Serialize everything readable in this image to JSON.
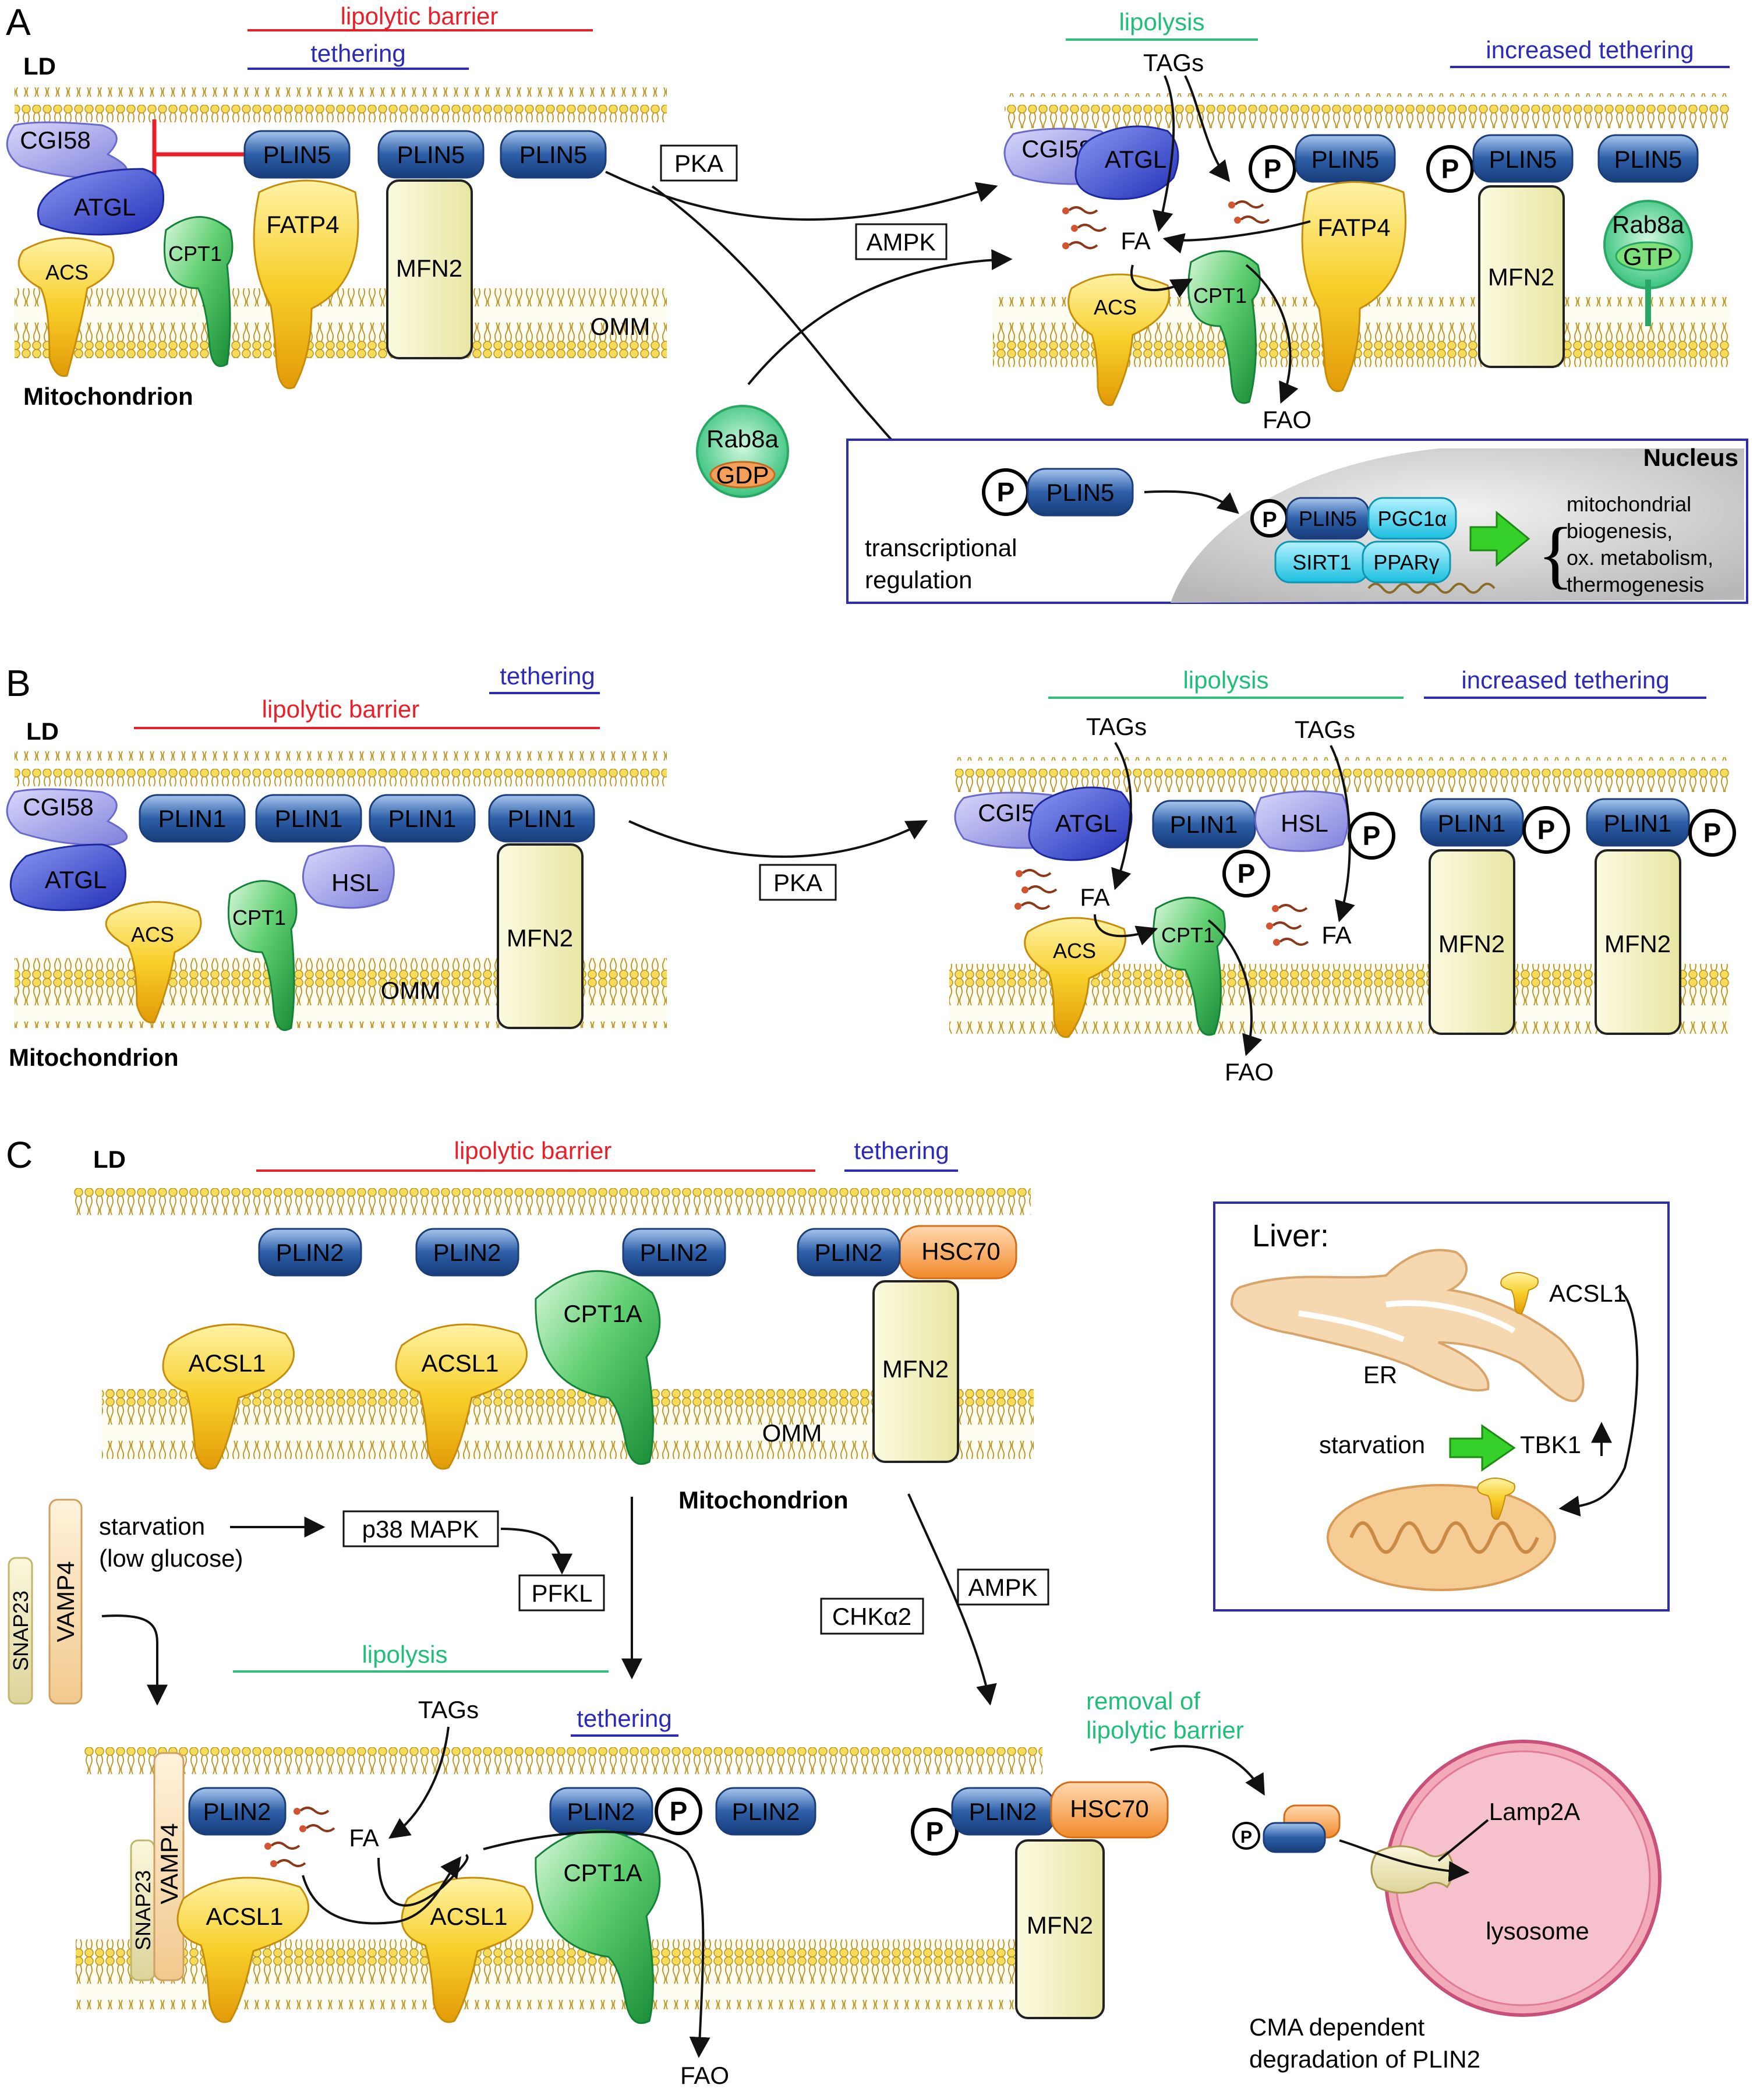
{
  "colors": {
    "barrier": "#e8202a",
    "tethering": "#2b2bb8",
    "lipolysis": "#2fbf7a",
    "membrane": "#e0c060",
    "plin": "#2d5fa8",
    "atgl": "#3a4fd0",
    "cgi58": "#8e8ee6",
    "acs": "#f3c21c",
    "cpt1": "#35b856",
    "mfn2": "#f7f5c6",
    "hsc70": "#f59a45",
    "nucleus": "#d9d9d9",
    "lysosome": "#f3aab8"
  },
  "panel_a": {
    "letter": "A",
    "left": {
      "barrier": "lipolytic barrier",
      "tethering": "tethering",
      "ld": "LD",
      "cgi58": "CGI58",
      "atgl": "ATGL",
      "acs": "ACS",
      "cpt1": "CPT1",
      "fatp4": "FATP4",
      "plin": [
        "PLIN5",
        "PLIN5",
        "PLIN5"
      ],
      "mfn2": "MFN2",
      "omm": "OMM",
      "mito": "Mitochondrion"
    },
    "signals": {
      "pka": "PKA",
      "ampk": "AMPK",
      "rab8a": "Rab8a",
      "gdp": "GDP"
    },
    "right": {
      "lipolysis": "lipolysis",
      "increased": "increased tethering",
      "tags": "TAGs",
      "cgi58": "CGI58",
      "atgl": "ATGL",
      "p": "P",
      "plin": [
        "PLIN5",
        "PLIN5",
        "PLIN5"
      ],
      "fatp4": "FATP4",
      "fa": "FA",
      "acs": "ACS",
      "cpt1": "CPT1",
      "mfn2": "MFN2",
      "rab8a": "Rab8a",
      "gtp": "GTP",
      "fao": "FAO"
    },
    "nucleus_box": {
      "title": "Nucleus",
      "plin5": "PLIN5",
      "transcription": [
        "transcriptional",
        "regulation"
      ],
      "pgc": "PGC1α",
      "sirt": "SIRT1",
      "ppar": "PPARγ",
      "outcome": [
        "mitochondrial",
        "biogenesis,",
        "ox. metabolism,",
        "thermogenesis"
      ]
    }
  },
  "panel_b": {
    "letter": "B",
    "left": {
      "barrier": "lipolytic barrier",
      "tethering": "tethering",
      "ld": "LD",
      "cgi58": "CGI58",
      "atgl": "ATGL",
      "hsl": "HSL",
      "acs": "ACS",
      "cpt1": "CPT1",
      "plin": [
        "PLIN1",
        "PLIN1",
        "PLIN1",
        "PLIN1"
      ],
      "mfn2": "MFN2",
      "omm": "OMM",
      "mito": "Mitochondrion"
    },
    "pka": "PKA",
    "right": {
      "lipolysis": "lipolysis",
      "increased": "increased tethering",
      "tags": [
        "TAGs",
        "TAGs"
      ],
      "cgi58": "CGI58",
      "atgl": "ATGL",
      "plin": [
        "PLIN1",
        "PLIN1",
        "PLIN1"
      ],
      "hsl": "HSL",
      "p": "P",
      "fa": [
        "FA",
        "FA"
      ],
      "acs": "ACS",
      "cpt1": "CPT1",
      "mfn2": [
        "MFN2",
        "MFN2"
      ],
      "fao": "FAO"
    }
  },
  "panel_c": {
    "letter": "C",
    "top": {
      "ld": "LD",
      "barrier": "lipolytic barrier",
      "tethering": "tethering",
      "plin": [
        "PLIN2",
        "PLIN2",
        "PLIN2",
        "PLIN2"
      ],
      "hsc70": "HSC70",
      "acsl1": [
        "ACSL1",
        "ACSL1"
      ],
      "cpt1a": "CPT1A",
      "mfn2": "MFN2",
      "omm": "OMM",
      "mito": "Mitochondrion"
    },
    "signals": {
      "starvation": [
        "starvation",
        "(low glucose)"
      ],
      "p38": "p38 MAPK",
      "pfkl": "PFKL",
      "chka2": "CHKα2",
      "ampk": "AMPK",
      "snap23": "SNAP23",
      "vamp4": "VAMP4"
    },
    "bottom": {
      "lipolysis": "lipolysis",
      "tethering": "tethering",
      "tags": "TAGs",
      "plin": [
        "PLIN2",
        "PLIN2",
        "PLIN2"
      ],
      "p": "P",
      "fa": "FA",
      "acsl1": [
        "ACSL1",
        "ACSL1"
      ],
      "cpt1a": "CPT1A",
      "snap23": "SNAP23",
      "vamp4": "VAMP4",
      "fao": "FAO"
    },
    "removal": {
      "label": [
        "removal of",
        "lipolytic barrier"
      ],
      "plin2": "PLIN2",
      "hsc70": "HSC70",
      "mfn2": "MFN2",
      "p": "P",
      "lamp": "Lamp2A",
      "lysosome": "lysosome",
      "cma": [
        "CMA dependent",
        "degradation of PLIN2"
      ]
    },
    "liver": {
      "title": "Liver:",
      "acsl1": "ACSL1",
      "er": "ER",
      "starvation": "starvation",
      "tbk1": "TBK1"
    }
  }
}
